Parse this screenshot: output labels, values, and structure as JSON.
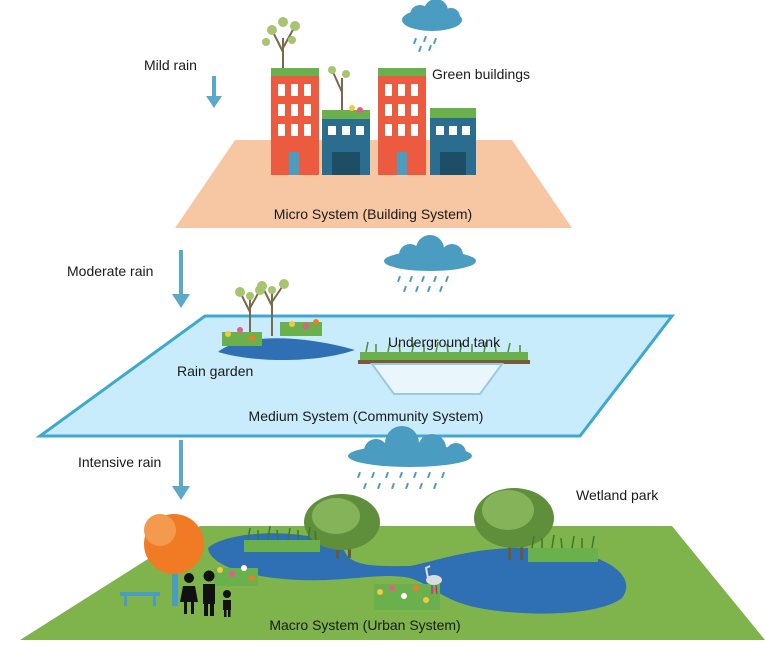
{
  "rain_levels": [
    {
      "label": "Mild rain"
    },
    {
      "label": "Moderate rain"
    },
    {
      "label": "Intensive rain"
    }
  ],
  "systems": {
    "micro": {
      "label": "Micro System (Building System)"
    },
    "medium": {
      "label": "Medium System (Community System)"
    },
    "macro": {
      "label": "Macro System (Urban System)"
    }
  },
  "features": {
    "green_buildings": "Green buildings",
    "rain_garden": "Rain garden",
    "underground_tank": "Underground tank",
    "wetland_park": "Wetland park"
  },
  "colors": {
    "arrow": "#5aa9c9",
    "cloud": "#4a9cc0",
    "micro_platform": "#f7c7a3",
    "medium_platform": "#c8ecfb",
    "medium_border": "#3fa8cf",
    "macro_platform": "#7fb34b",
    "water": "#2f6fb3",
    "building_red": "#ec5a40",
    "building_blue": "#2a6d8f",
    "grass": "#6ab04c",
    "tree_orange": "#f07b24"
  }
}
